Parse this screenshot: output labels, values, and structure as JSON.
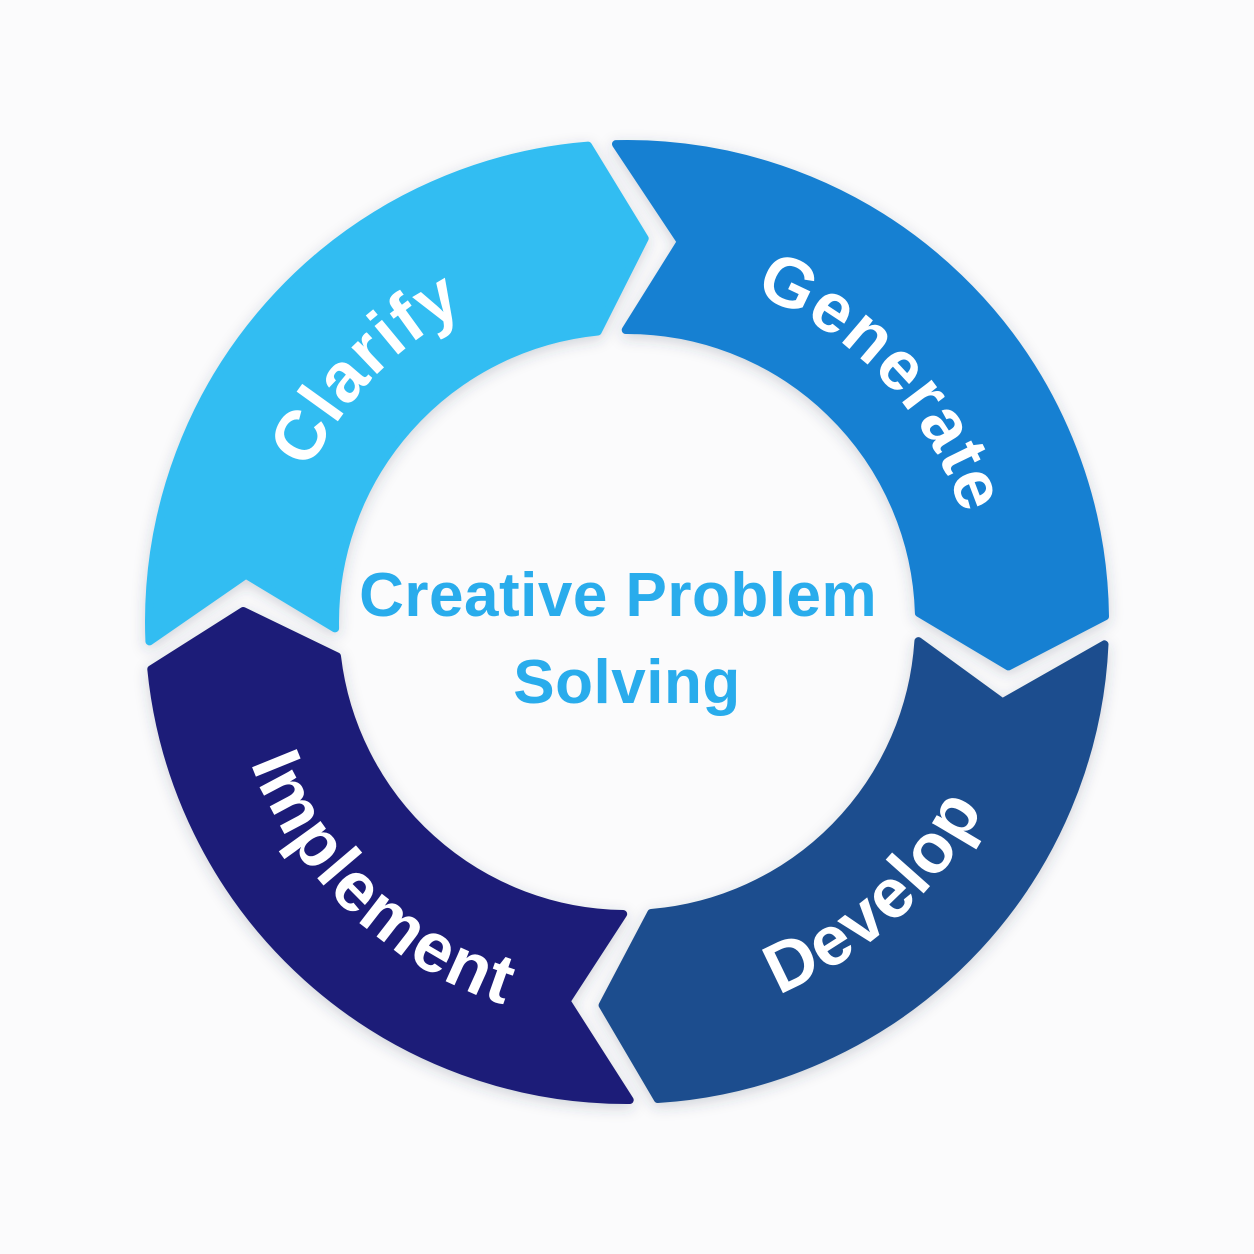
{
  "diagram": {
    "type": "cycle",
    "flow": "clockwise",
    "flow_order": [
      "Clarify",
      "Generate",
      "Develop",
      "Implement"
    ],
    "background_color": "#FBFBFC",
    "label_color": "#FFFFFF",
    "center_title": {
      "line1": "Creative Problem",
      "line2": "Solving",
      "color": "#29ACEC"
    },
    "segments": [
      {
        "id": "clarify",
        "label": "Clarify",
        "color": "#33BDF2",
        "start_angle_deg_cw_from_12": 266,
        "end_angle_deg_cw_from_12": 357,
        "label_arc": "top",
        "label_offset": "24.5%"
      },
      {
        "id": "generate",
        "label": "Generate",
        "color": "#1680D2",
        "start_angle_deg_cw_from_12": 357,
        "end_angle_deg_cw_from_12": 451,
        "label_arc": "top",
        "label_offset": "76%"
      },
      {
        "id": "develop",
        "label": "Develop",
        "color": "#1C4E8E",
        "start_angle_deg_cw_from_12": 91,
        "end_angle_deg_cw_from_12": 178,
        "label_arc": "bottom",
        "label_offset": "73.5%"
      },
      {
        "id": "implement",
        "label": "Implement",
        "color": "#1E1F78",
        "start_angle_deg_cw_from_12": 178,
        "end_angle_deg_cw_from_12": 266,
        "label_arc": "bottom",
        "label_offset": "25.8%"
      }
    ]
  }
}
